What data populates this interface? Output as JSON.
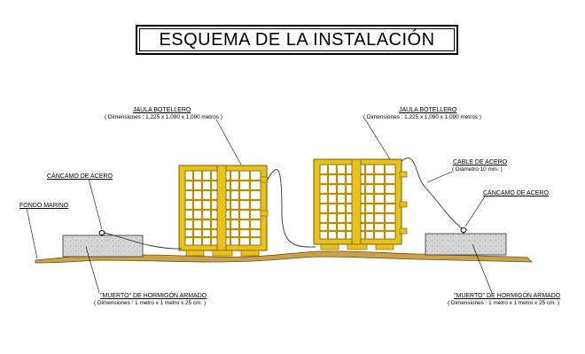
{
  "title": "ESQUEMA DE LA INSTALACIÓN",
  "labels": {
    "jaula_left_title": "JAULA BOTELLERO",
    "jaula_left_dims": "( Dimensiones : 1,225 x 1,090 x 1,090 metros )",
    "jaula_right_title": "JAULA BOTELLERO",
    "jaula_right_dims": "( Dimensiones : 1,225 x 1,090 x 1,090 metros )",
    "cable_title": "CABLE DE ACERO",
    "cable_dims": "( Diámetro  10 mm. )",
    "cancamo_left": "CÁNCAMO DE ACERO",
    "cancamo_right": "CÁNCAMO DE ACERO",
    "fondo_marino": "FONDO MARINO",
    "muerto_left_title": "\"MUERTO\" DE HORMIGÓN ARMADO",
    "muerto_left_dims": "( Dimensiones : 1 metro x 1 metro x 25 cm. )",
    "muerto_right_title": "\"MUERTO\" DE HORMIGÓN ARMADO",
    "muerto_right_dims": "( Dimensiones : 1 metro x 1 metro x 25 cm. )"
  },
  "colors": {
    "cage_fill": "#e8c21a",
    "cage_outline": "#7a5a00",
    "seabed": "#c9a24a",
    "concrete": "#d4d4d4",
    "line": "#000000"
  }
}
